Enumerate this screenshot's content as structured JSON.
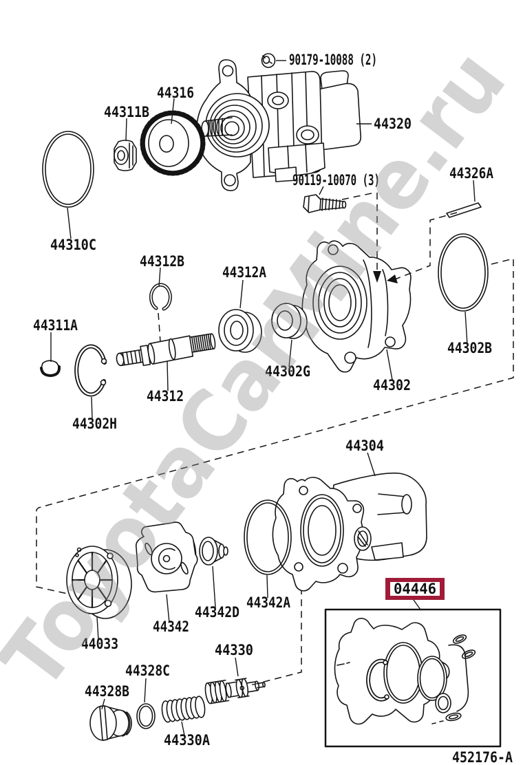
{
  "diagram": {
    "figure_code": "452176-A",
    "watermark": "ToyotaCarMine.ru",
    "highlight_color": "#A01B38",
    "line_color": "#141414",
    "background_color": "#ffffff",
    "highlighted_part": "04446"
  },
  "callouts": {
    "n90179": "90179-10088 (2)",
    "n90119": "90119-10070 (3)",
    "p44316": "44316",
    "p44311B": "44311B",
    "p44320": "44320",
    "p44310C": "44310C",
    "p44326A": "44326A",
    "p44312B": "44312B",
    "p44312A": "44312A",
    "p44311A": "44311A",
    "p44302G": "44302G",
    "p44302B": "44302B",
    "p44312": "44312",
    "p44302": "44302",
    "p44302H": "44302H",
    "p44304": "44304",
    "p44342A": "44342A",
    "p44342D": "44342D",
    "p44342": "44342",
    "p44033": "44033",
    "p44330": "44330",
    "p44328C": "44328C",
    "p44328B": "44328B",
    "p44330A": "44330A",
    "p04446": "04446",
    "figure": "452176-A"
  }
}
